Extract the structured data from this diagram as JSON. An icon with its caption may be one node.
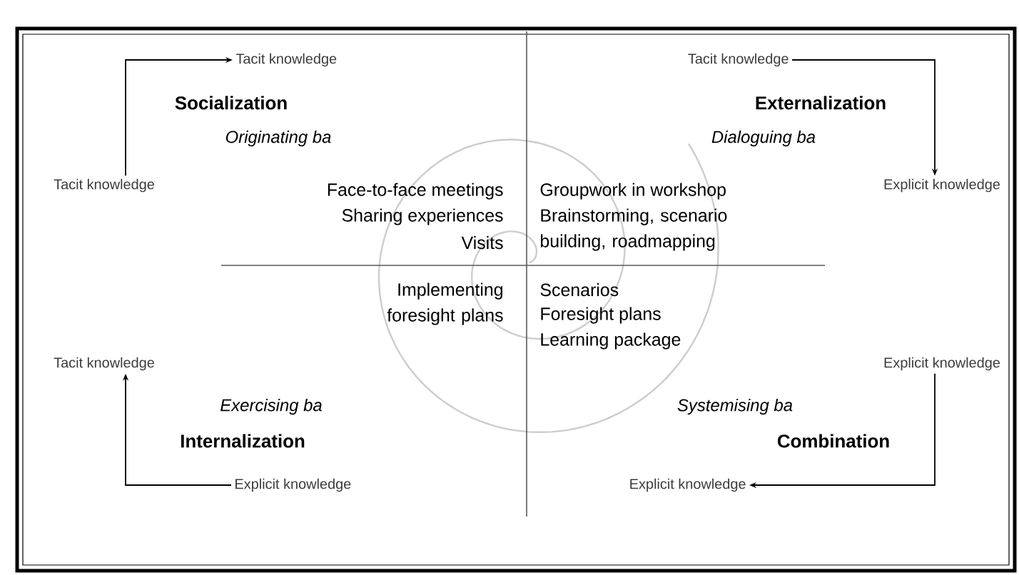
{
  "diagram": {
    "nodes": [
      {
        "text": [
          "Tacit knowledge"
        ]
      },
      {
        "text": [
          "Tacit knowledge"
        ]
      },
      {
        "text": [
          "Tacit knowledge"
        ]
      },
      {
        "text": [
          "Explicit knowledge"
        ]
      },
      {
        "text": [
          "Tacit knowledge"
        ]
      },
      {
        "text": [
          "Explicit knowledge"
        ]
      },
      {
        "text": [
          "Explicit knowledge"
        ]
      },
      {
        "text": [
          "Explicit knowledge"
        ]
      }
    ],
    "edges": [
      {
        "from": 2,
        "to": 0,
        "arrow": "to"
      },
      {
        "from": 1,
        "to": 3,
        "arrow": "to"
      },
      {
        "from": 6,
        "to": 4,
        "arrow": "to"
      },
      {
        "from": 5,
        "to": 7,
        "arrow": "to"
      }
    ],
    "labels": [
      "Socialization",
      "Externalization",
      "Originating ba",
      "Dialoguing ba",
      "Face-to-face meetings",
      "Groupwork in workshop",
      "Sharing experiences",
      "Brainstorming, scenario building, roadmapping",
      "Visits",
      "Implementing foresight plans",
      "Scenarios",
      "Foresight plans",
      "Learning package",
      "Exercising ba",
      "Systemising ba",
      "Internalization",
      "Combination"
    ]
  }
}
